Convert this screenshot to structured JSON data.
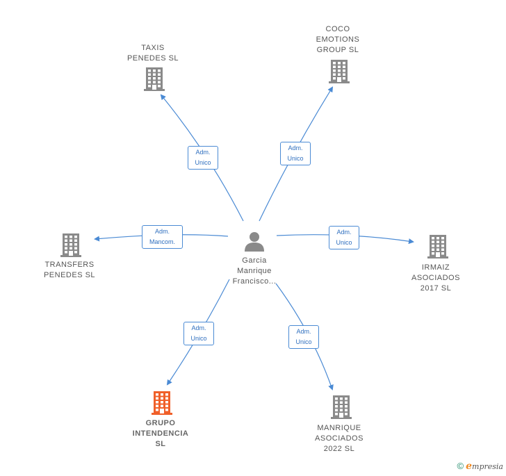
{
  "center": {
    "lines": [
      "Garcia",
      "Manrique",
      "Francisco..."
    ],
    "icon": "person-icon"
  },
  "companies": [
    {
      "key": "taxis",
      "lines": [
        "TAXIS",
        "PENEDES  SL"
      ],
      "icon": "building-icon",
      "highlighted": false
    },
    {
      "key": "coco",
      "lines": [
        "COCO",
        "EMOTIONS",
        "GROUP  SL"
      ],
      "icon": "building-icon",
      "highlighted": false
    },
    {
      "key": "transfers",
      "lines": [
        "TRANSFERS",
        "PENEDES  SL"
      ],
      "icon": "building-icon",
      "highlighted": false
    },
    {
      "key": "irmaiz",
      "lines": [
        "IRMAIZ",
        "ASOCIADOS",
        "2017  SL"
      ],
      "icon": "building-icon",
      "highlighted": false
    },
    {
      "key": "grupo",
      "lines": [
        "GRUPO",
        "INTENDENCIA",
        "SL"
      ],
      "icon": "building-icon",
      "highlighted": true
    },
    {
      "key": "manrique",
      "lines": [
        "MANRIQUE",
        "ASOCIADOS",
        "2022  SL"
      ],
      "icon": "building-icon",
      "highlighted": false
    }
  ],
  "relations": [
    {
      "to": "taxis",
      "label": [
        "Adm.",
        "Unico"
      ]
    },
    {
      "to": "coco",
      "label": [
        "Adm.",
        "Unico"
      ]
    },
    {
      "to": "transfers",
      "label": [
        "Adm.",
        "Mancom."
      ]
    },
    {
      "to": "irmaiz",
      "label": [
        "Adm.",
        "Unico"
      ]
    },
    {
      "to": "grupo",
      "label": [
        "Adm.",
        "Unico"
      ]
    },
    {
      "to": "manrique",
      "label": [
        "Adm.",
        "Unico"
      ]
    }
  ],
  "colors": {
    "edge": "#4a8ad4",
    "building": "#8a8a8a",
    "building_highlight": "#f0602a",
    "person": "#8a8a8a"
  },
  "footer": {
    "copyright_symbol": "©",
    "brand_first": "e",
    "brand_rest": "mpresia"
  }
}
